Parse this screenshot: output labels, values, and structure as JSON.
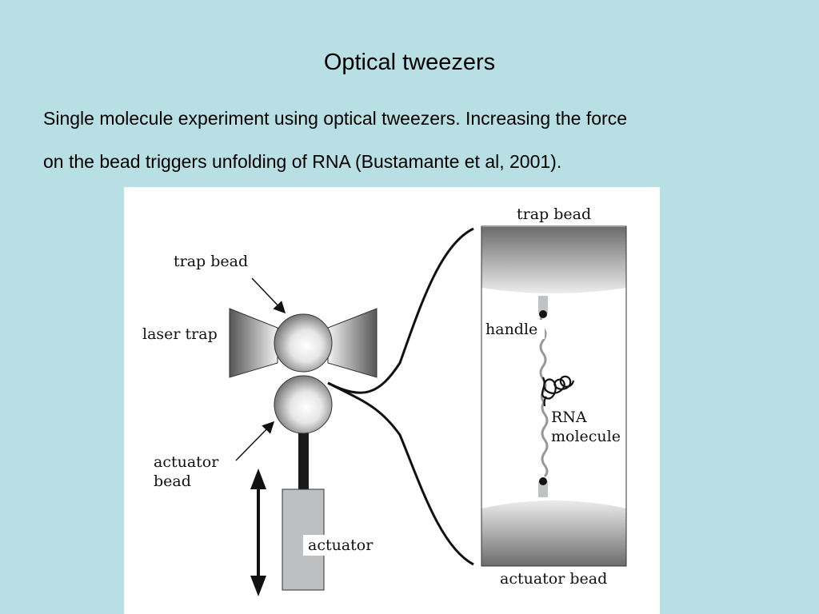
{
  "slide": {
    "title": "Optical tweezers",
    "text_line1": "Single molecule experiment using optical tweezers.  Increasing the force",
    "text_line2": "on the bead triggers unfolding of RNA (Bustamante et al, 2001)."
  },
  "diagram": {
    "labels": {
      "trap_bead_left": "trap bead",
      "laser_trap": "laser trap",
      "actuator_bead_line1": "actuator",
      "actuator_bead_line2": "bead",
      "actuator": "actuator",
      "trap_bead_right": "trap bead",
      "handle": "handle",
      "rna_line1": "RNA",
      "rna_line2": "molecule",
      "actuator_bead_right": "actuator bead"
    }
  }
}
